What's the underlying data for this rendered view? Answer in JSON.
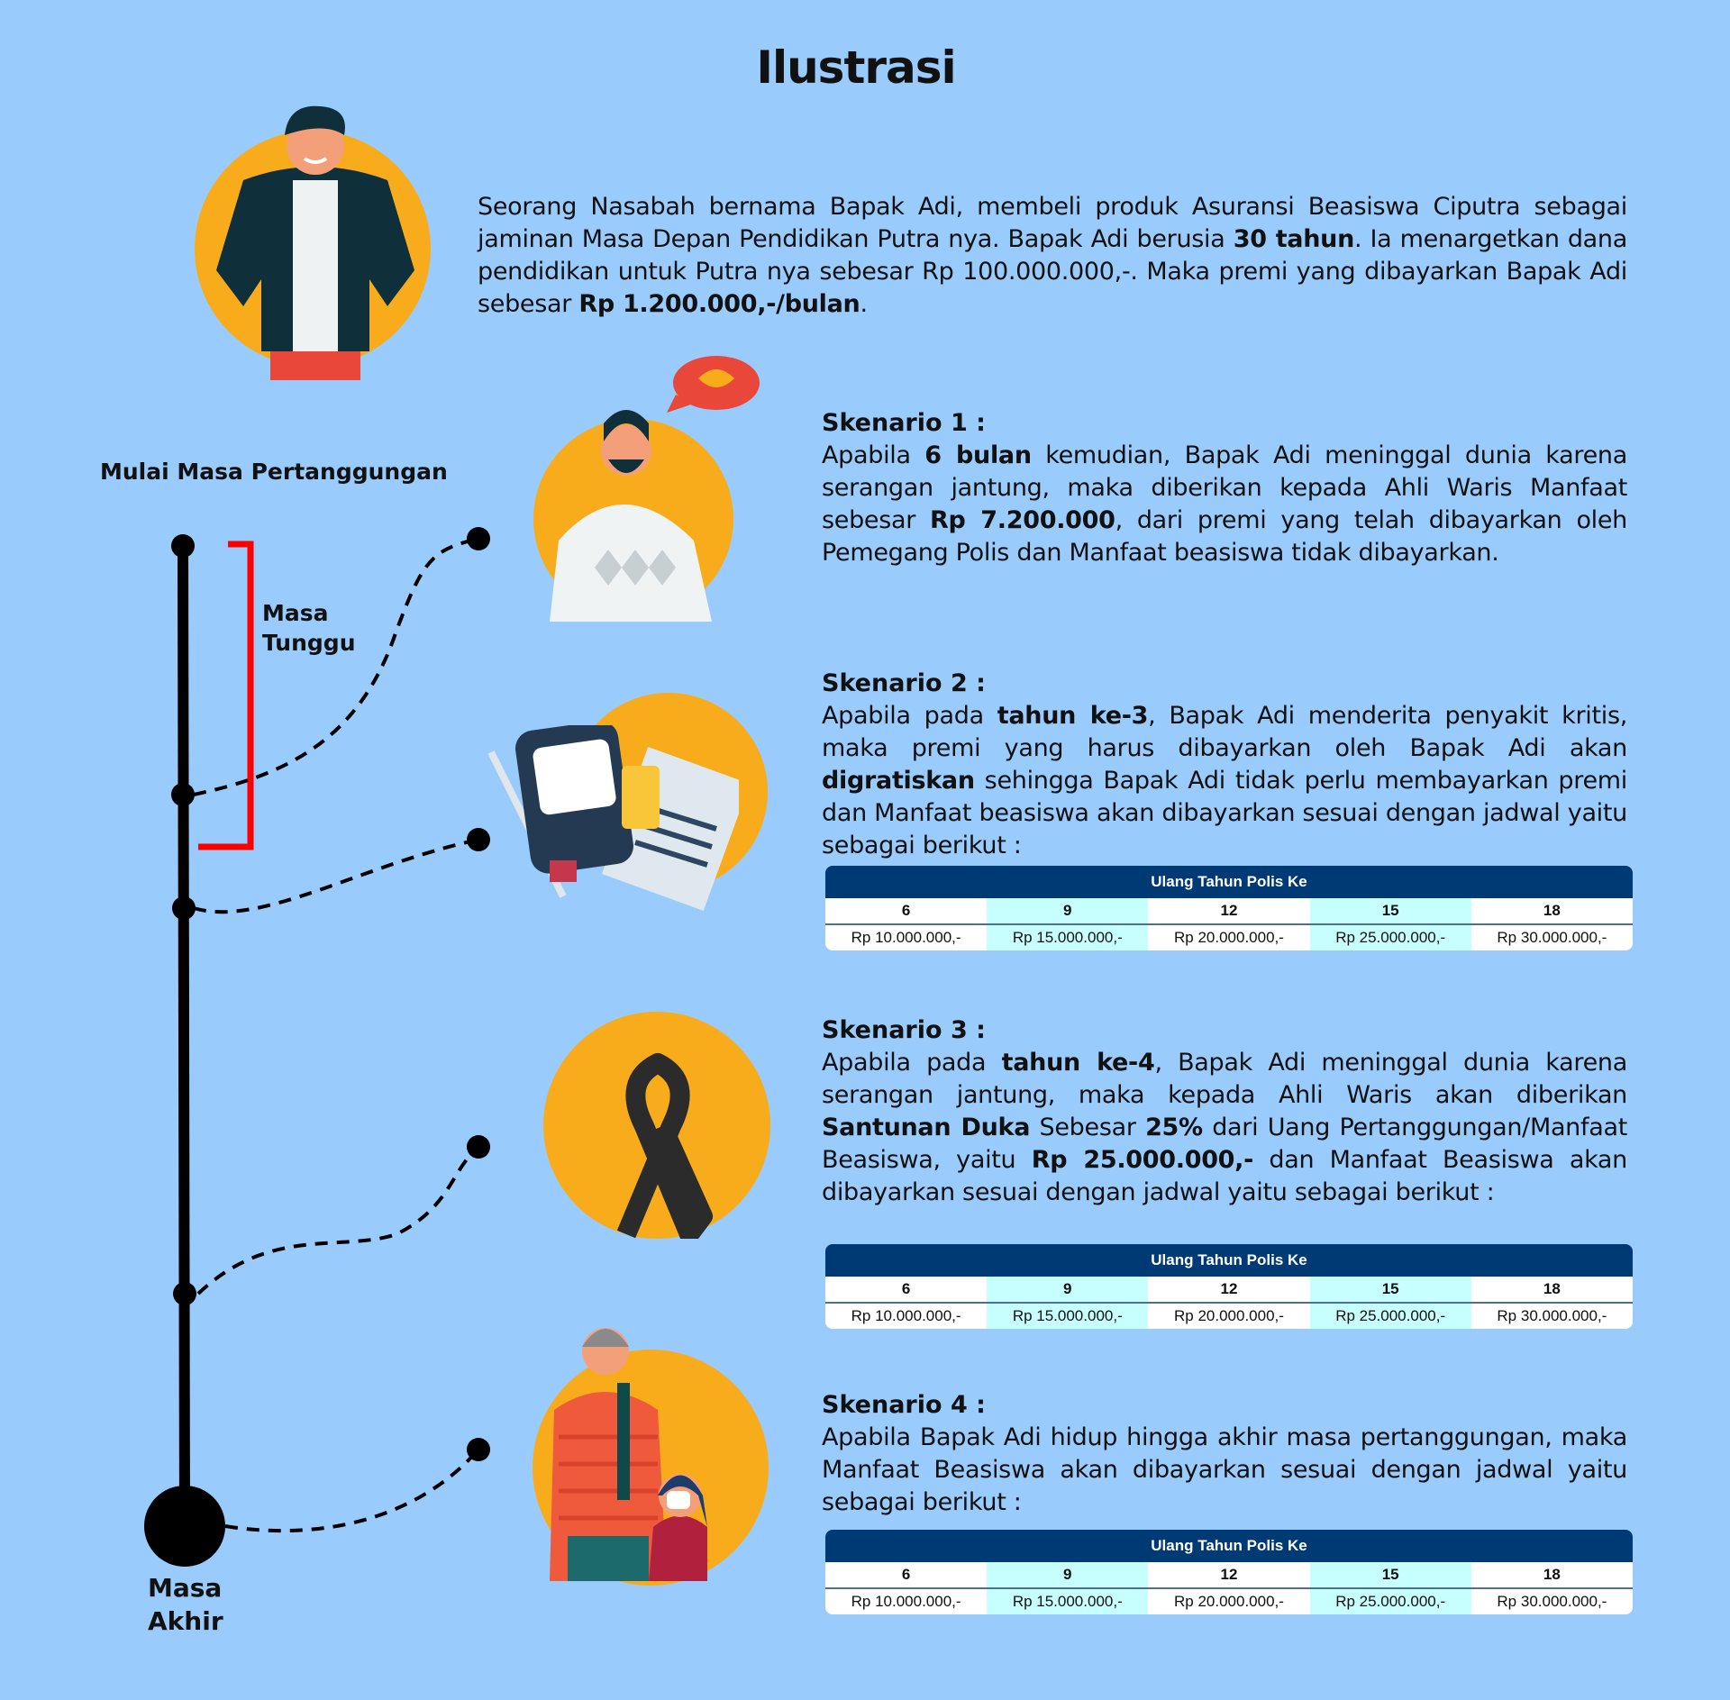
{
  "title": "Ilustrasi",
  "intro": [
    {
      "t": "Seorang Nasabah bernama Bapak Adi, membeli produk Asuransi Beasiswa Ciputra sebagai jaminan Masa Depan Pendidikan Putra nya. Bapak Adi berusia ",
      "b": false
    },
    {
      "t": "30 tahun",
      "b": true
    },
    {
      "t": ". Ia menargetkan dana pendidikan untuk Putra nya sebesar Rp 100.000.000,-. Maka premi yang dibayarkan Bapak Adi sebesar ",
      "b": false
    },
    {
      "t": "Rp 1.200.000,-/bulan",
      "b": true
    },
    {
      "t": ".",
      "b": false
    }
  ],
  "timeline": {
    "start_label": "Mulai Masa Pertanggungan",
    "waiting_label": "Masa Tunggu",
    "end_label": "Masa Akhir"
  },
  "scenarios": [
    {
      "heading": "Skenario 1 :",
      "body": [
        {
          "t": "Apabila ",
          "b": false
        },
        {
          "t": "6  bulan",
          "b": true
        },
        {
          "t": " kemudian, Bapak Adi meninggal dunia karena serangan jantung, maka diberikan kepada Ahli Waris Manfaat sebesar ",
          "b": false
        },
        {
          "t": "Rp 7.200.000",
          "b": true
        },
        {
          "t": ", dari premi yang telah dibayarkan oleh Pemegang Polis dan Manfaat beasiswa tidak dibayarkan.",
          "b": false
        }
      ]
    },
    {
      "heading": "Skenario 2 :",
      "body": [
        {
          "t": "Apabila pada ",
          "b": false
        },
        {
          "t": "tahun ke-3",
          "b": true
        },
        {
          "t": ", Bapak Adi menderita penyakit kritis, maka premi yang harus dibayarkan oleh Bapak Adi akan ",
          "b": false
        },
        {
          "t": "digratiskan",
          "b": true
        },
        {
          "t": " sehingga Bapak Adi tidak perlu membayarkan premi dan Manfaat beasiswa akan dibayarkan sesuai dengan jadwal yaitu sebagai berikut :",
          "b": false
        }
      ]
    },
    {
      "heading": "Skenario 3 :",
      "body": [
        {
          "t": "Apabila pada ",
          "b": false
        },
        {
          "t": "tahun ke-4",
          "b": true
        },
        {
          "t": ", Bapak  Adi meninggal dunia karena serangan jantung, maka kepada Ahli Waris akan diberikan ",
          "b": false
        },
        {
          "t": "Santunan Duka",
          "b": true
        },
        {
          "t": " Sebesar ",
          "b": false
        },
        {
          "t": "25%",
          "b": true
        },
        {
          "t": " dari Uang Pertanggungan/Manfaat Beasiswa, yaitu ",
          "b": false
        },
        {
          "t": "Rp 25.000.000,-",
          "b": true
        },
        {
          "t": " dan Manfaat Beasiswa akan dibayarkan sesuai dengan jadwal yaitu sebagai berikut :",
          "b": false
        }
      ]
    },
    {
      "heading": "Skenario 4 :",
      "body": [
        {
          "t": "Apabila Bapak Adi hidup hingga akhir masa pertanggungan, maka Manfaat Beasiswa akan dibayarkan sesuai dengan jadwal yaitu sebagai berikut :",
          "b": false
        }
      ]
    }
  ],
  "schedule": {
    "header": "Ulang Tahun Polis Ke",
    "years": [
      "6",
      "9",
      "12",
      "15",
      "18"
    ],
    "amounts": [
      "Rp 10.000.000,-",
      "Rp 15.000.000,-",
      "Rp 20.000.000,-",
      "Rp 25.000.000,-",
      "Rp 30.000.000,-"
    ]
  },
  "colors": {
    "background": "#99cbfd",
    "accent": "#f9ac1b",
    "table_header": "#003a75",
    "table_alt": "#c7ffff",
    "bracket": "#ff0000"
  }
}
